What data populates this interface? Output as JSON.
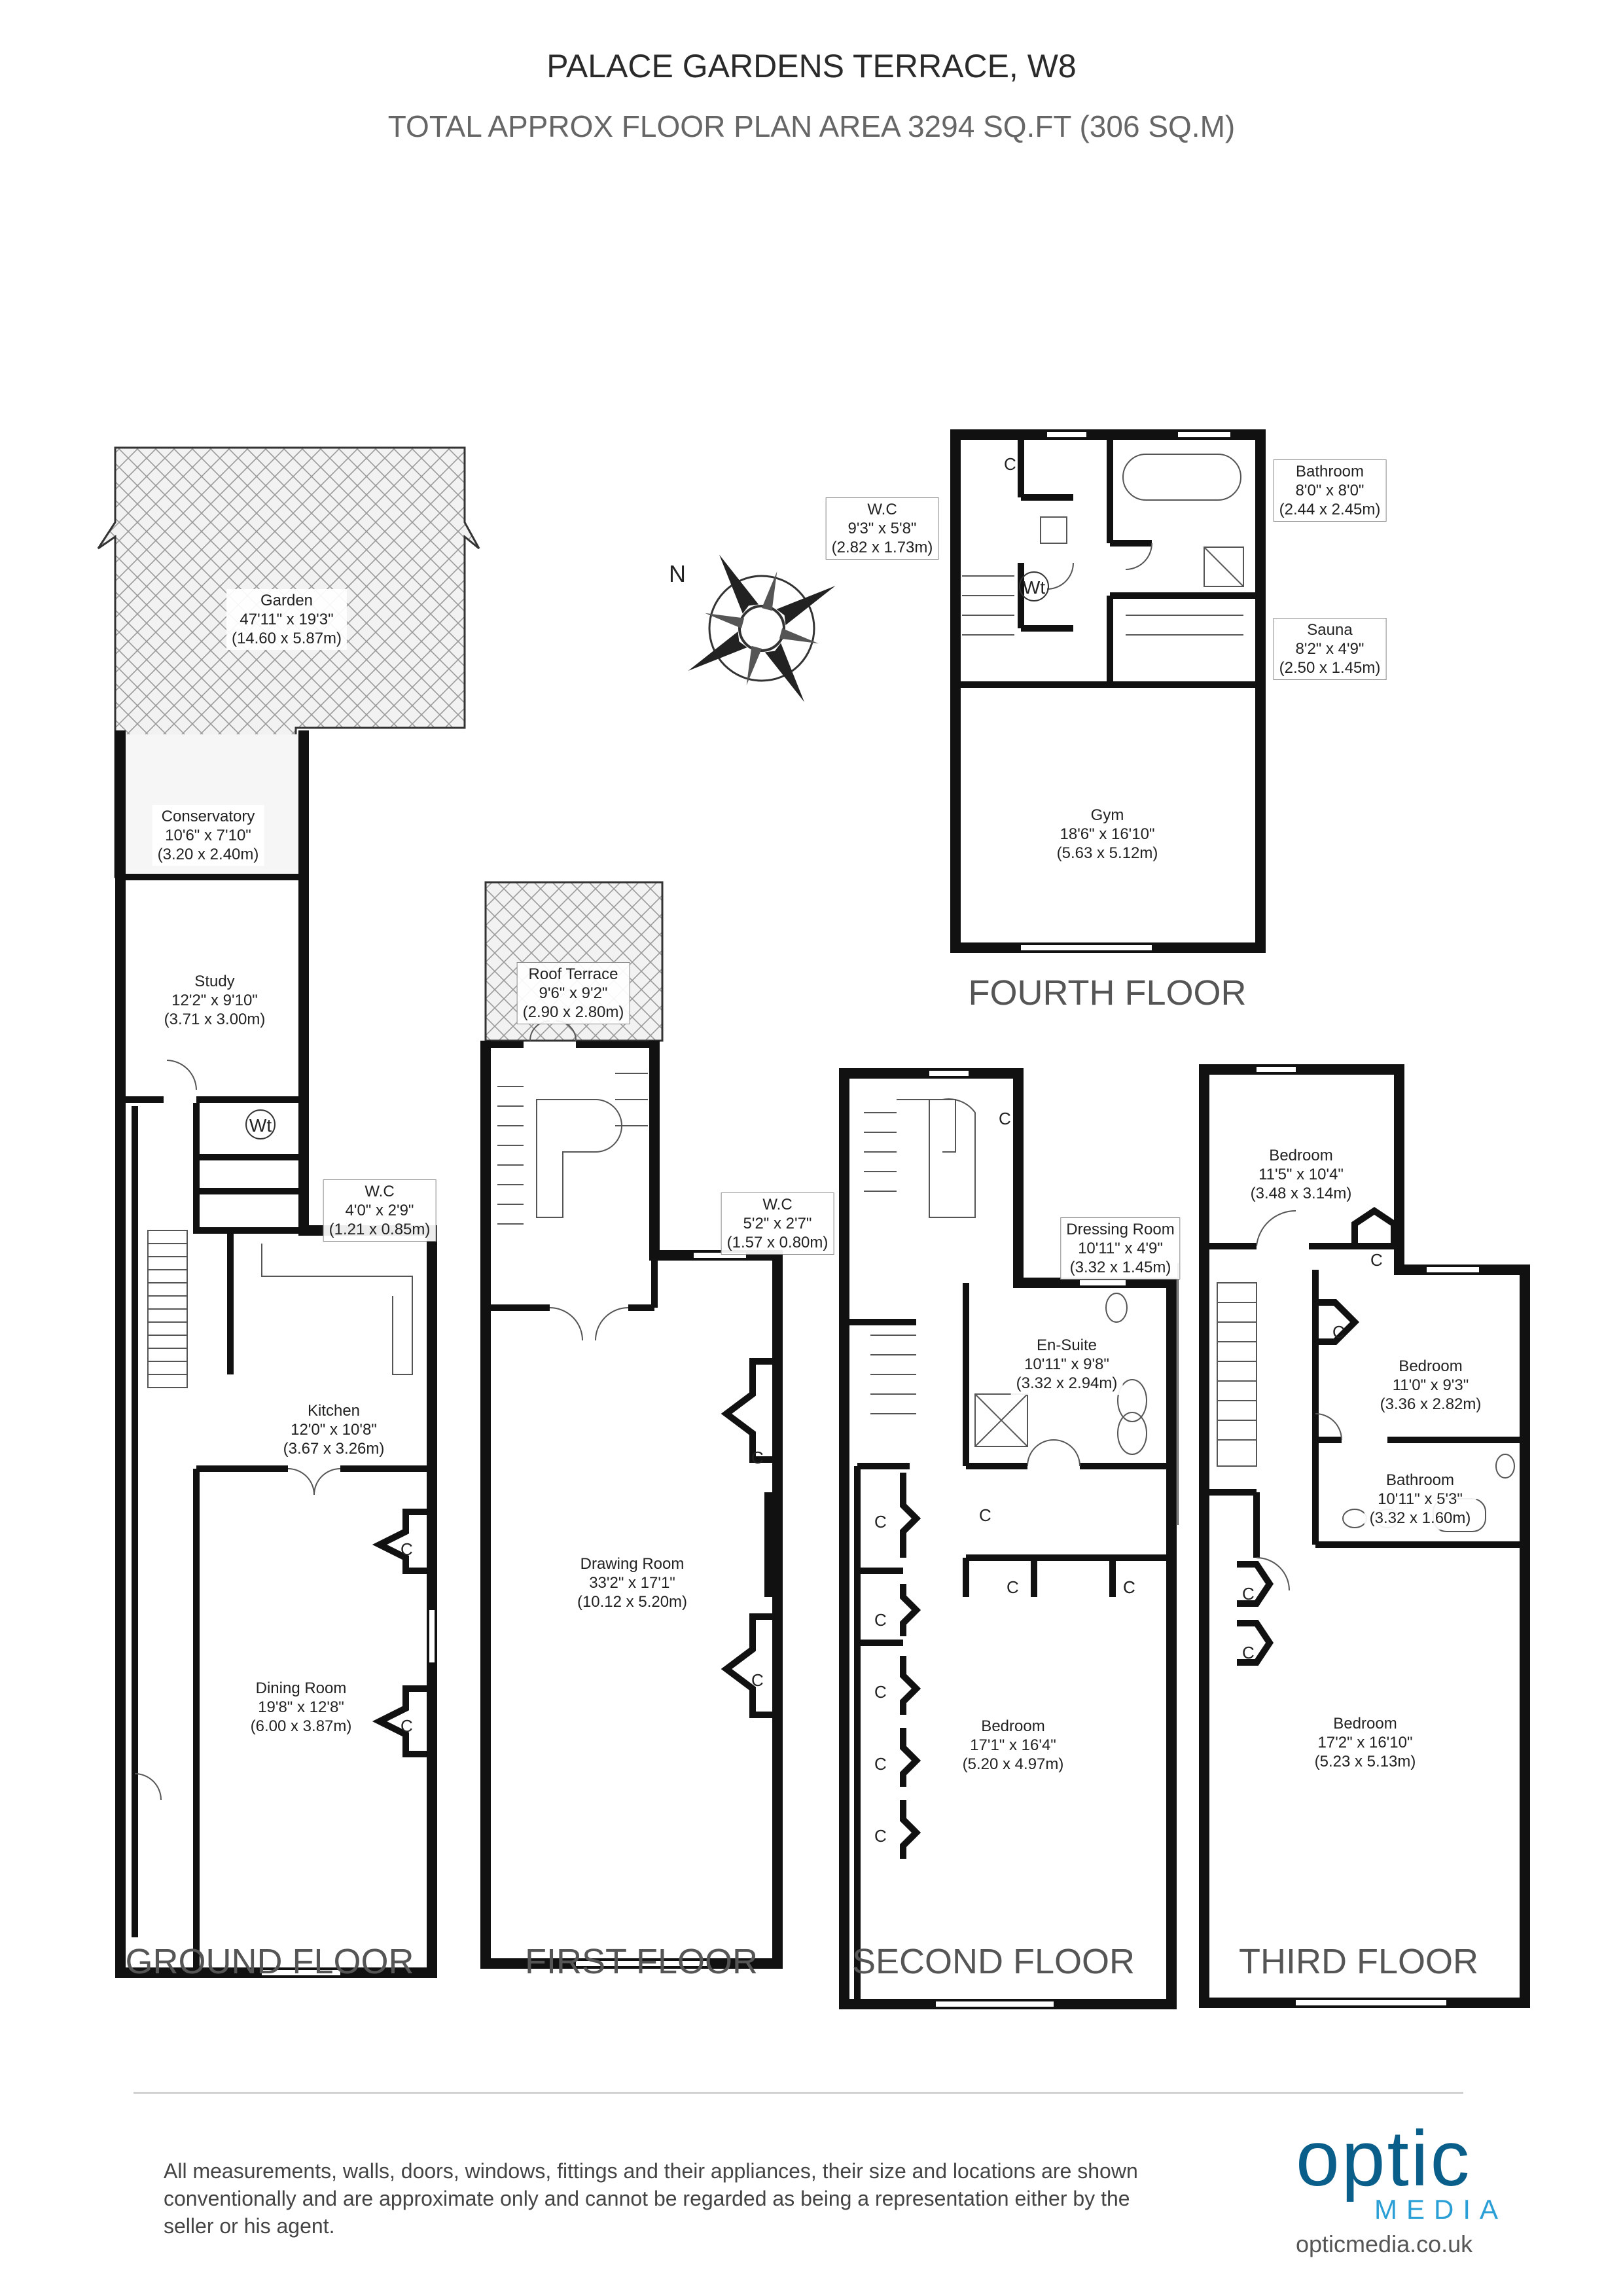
{
  "header": {
    "title": "PALACE GARDENS TERRACE, W8",
    "subtitle": "TOTAL APPROX FLOOR PLAN AREA 3294 SQ.FT (306 SQ.M)"
  },
  "floors": {
    "ground": "GROUND FLOOR",
    "first": "FIRST FLOOR",
    "second": "SECOND FLOOR",
    "third": "THIRD FLOOR",
    "fourth": "FOURTH FLOOR"
  },
  "compass": {
    "label": "N"
  },
  "rooms": [
    {
      "id": "garden",
      "name": "Garden",
      "imperial": "47'11\" x 19'3\"",
      "metric": "(14.60 x 5.87m)"
    },
    {
      "id": "conservatory",
      "name": "Conservatory",
      "imperial": "10'6\" x 7'10\"",
      "metric": "(3.20 x 2.40m)"
    },
    {
      "id": "study",
      "name": "Study",
      "imperial": "12'2\" x 9'10\"",
      "metric": "(3.71 x 3.00m)"
    },
    {
      "id": "wc-ground",
      "name": "W.C",
      "imperial": "4'0\" x 2'9\"",
      "metric": "(1.21 x 0.85m)"
    },
    {
      "id": "kitchen",
      "name": "Kitchen",
      "imperial": "12'0\" x 10'8\"",
      "metric": "(3.67 x 3.26m)"
    },
    {
      "id": "dining",
      "name": "Dining Room",
      "imperial": "19'8\" x 12'8\"",
      "metric": "(6.00 x 3.87m)"
    },
    {
      "id": "roof-terrace",
      "name": "Roof Terrace",
      "imperial": "9'6\" x 9'2\"",
      "metric": "(2.90 x 2.80m)"
    },
    {
      "id": "drawing",
      "name": "Drawing Room",
      "imperial": "33'2\" x 17'1\"",
      "metric": "(10.12 x 5.20m)"
    },
    {
      "id": "wc-second",
      "name": "W.C",
      "imperial": "5'2\" x 2'7\"",
      "metric": "(1.57 x 0.80m)"
    },
    {
      "id": "dressing",
      "name": "Dressing Room",
      "imperial": "10'11\" x 4'9\"",
      "metric": "(3.32 x 1.45m)"
    },
    {
      "id": "ensuite",
      "name": "En-Suite",
      "imperial": "10'11\" x 9'8\"",
      "metric": "(3.32 x 2.94m)"
    },
    {
      "id": "bedroom-second",
      "name": "Bedroom",
      "imperial": "17'1\" x 16'4\"",
      "metric": "(5.20 x 4.97m)"
    },
    {
      "id": "bedroom-third-a",
      "name": "Bedroom",
      "imperial": "11'5\" x 10'4\"",
      "metric": "(3.48 x 3.14m)"
    },
    {
      "id": "bedroom-third-b",
      "name": "Bedroom",
      "imperial": "11'0\" x 9'3\"",
      "metric": "(3.36 x 2.82m)"
    },
    {
      "id": "bathroom-third",
      "name": "Bathroom",
      "imperial": "10'11\" x 5'3\"",
      "metric": "(3.32 x 1.60m)"
    },
    {
      "id": "bedroom-third-main",
      "name": "Bedroom",
      "imperial": "17'2\" x 16'10\"",
      "metric": "(5.23 x 5.13m)"
    },
    {
      "id": "wc-fourth",
      "name": "W.C",
      "imperial": "9'3\" x 5'8\"",
      "metric": "(2.82 x 1.73m)"
    },
    {
      "id": "bathroom-fourth",
      "name": "Bathroom",
      "imperial": "8'0\" x 8'0\"",
      "metric": "(2.44 x 2.45m)"
    },
    {
      "id": "sauna",
      "name": "Sauna",
      "imperial": "8'2\" x 4'9\"",
      "metric": "(2.50 x 1.45m)"
    },
    {
      "id": "gym",
      "name": "Gym",
      "imperial": "18'6\" x 16'10\"",
      "metric": "(5.63 x 5.12m)"
    }
  ],
  "markers": {
    "cupboard": "C",
    "water_tank": "Wt"
  },
  "footer": {
    "disclaimer": "All measurements, walls, doors, windows, fittings and their appliances, their size and locations are shown conventionally and are approximate only and cannot be regarded as being a representation either by the seller or his agent.",
    "brand": "optic",
    "brand_sub": "MEDIA",
    "url": "opticmedia.co.uk"
  }
}
